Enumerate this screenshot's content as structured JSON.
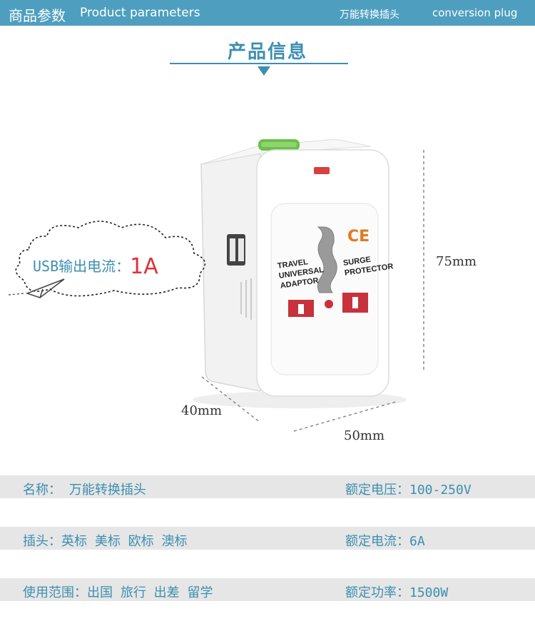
{
  "header": {
    "title_cn": "商品参数",
    "title_en": "Product parameters",
    "product_cn": "万能转换插头",
    "product_en": "conversion plug"
  },
  "section": {
    "title": "产品信息"
  },
  "callout": {
    "label": "USB输出电流：",
    "value": "1A"
  },
  "plug_text": {
    "left_lines": [
      "TRAVEL",
      "UNIVERSAL",
      "ADAPTOR"
    ],
    "right_lines": [
      "SURGE",
      "PROTECTOR"
    ],
    "ce": "CE"
  },
  "dimensions": {
    "height": "75mm",
    "depth": "40mm",
    "width": "50mm"
  },
  "specs": [
    {
      "left": "名称：  万能转换插头",
      "right": "额定电压：100-250V"
    },
    {
      "left": "插头：英标 美标 欧标 澳标",
      "right": "额定电流：6A"
    },
    {
      "left": "使用范围：出国 旅行 出差 留学",
      "right": "额定功率：1500W"
    }
  ],
  "colors": {
    "accent": "#3d8fb1",
    "header_bg": "#4e9fbf",
    "band_bg": "#e6e6e6",
    "highlight_red": "#e0303a",
    "socket_red": "#c8323c",
    "indicator_green": "#6cc04a"
  }
}
